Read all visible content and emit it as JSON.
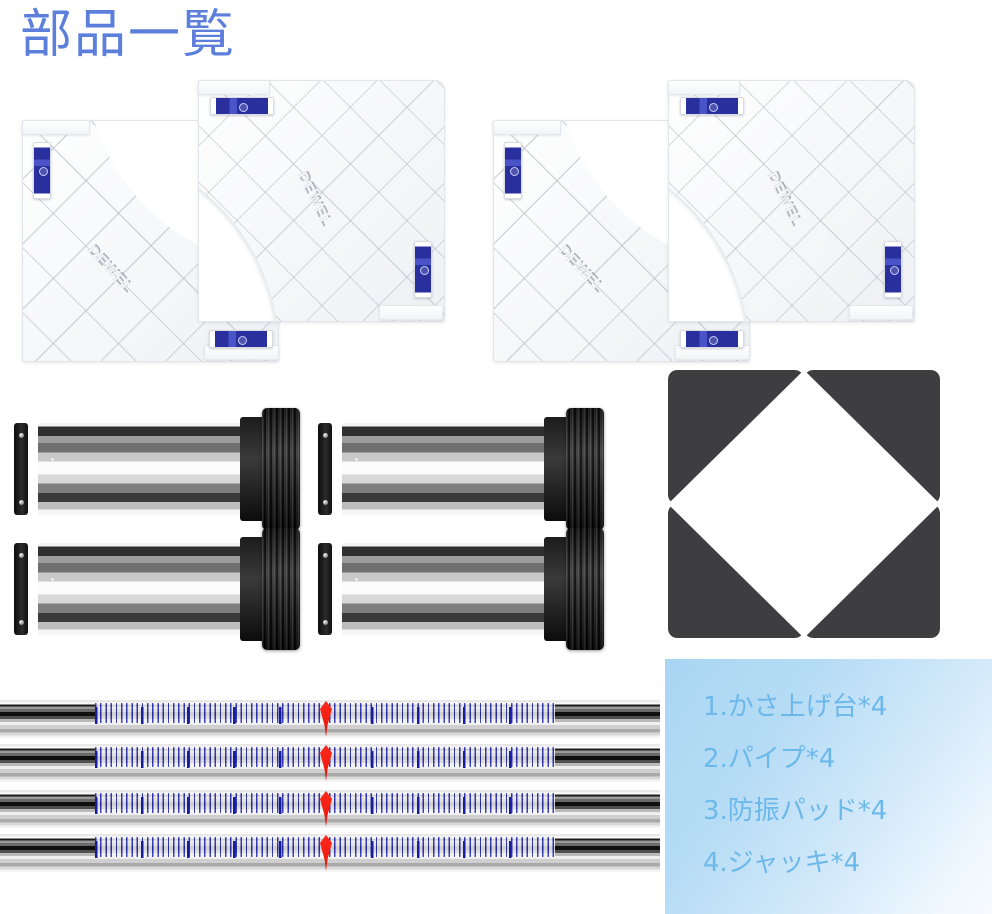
{
  "page": {
    "title": "部品一覧",
    "title_color": "#5b7fdb",
    "background": "#ffffff"
  },
  "brand": {
    "embossed_text": "DEWEL"
  },
  "colors": {
    "accent_blue": "#5b7fdb",
    "legend_text": "#6cb8ea",
    "legend_bg_start": "#a9d6f3",
    "legend_bg_end": "#f7fbff",
    "label_strip_blue": "#2a2f9e",
    "pad_gray": "#3e3e40",
    "pipe_scale_blue": "#161ca0",
    "pipe_marker_red": "#ff2a1c",
    "jack_black": "#111111"
  },
  "parts": {
    "risers": {
      "name": "かさ上げ台",
      "count": 4,
      "items": [
        {
          "label": "riser-1",
          "orientation": "bottom-left-corner"
        },
        {
          "label": "riser-2",
          "orientation": "top-left-corner"
        },
        {
          "label": "riser-3",
          "orientation": "bottom-left-corner"
        },
        {
          "label": "riser-4",
          "orientation": "top-left-corner"
        }
      ]
    },
    "jacks": {
      "name": "ジャッキ",
      "count": 4,
      "items": [
        {
          "label": "jack-1"
        },
        {
          "label": "jack-2"
        },
        {
          "label": "jack-3"
        },
        {
          "label": "jack-4"
        }
      ]
    },
    "pads": {
      "name": "防振パッド",
      "count": 4,
      "items": [
        {
          "label": "pad-top-left"
        },
        {
          "label": "pad-top-right"
        },
        {
          "label": "pad-bottom-left"
        },
        {
          "label": "pad-bottom-right"
        }
      ]
    },
    "pipes": {
      "name": "パイプ",
      "count": 4,
      "items": [
        {
          "label": "pipe-1"
        },
        {
          "label": "pipe-2"
        },
        {
          "label": "pipe-3"
        },
        {
          "label": "pipe-4"
        }
      ]
    }
  },
  "legend": {
    "items": [
      {
        "text": "1.かさ上げ台*4"
      },
      {
        "text": "2.パイプ*4"
      },
      {
        "text": "3.防振パッド*4"
      },
      {
        "text": "4.ジャッキ*4"
      }
    ]
  }
}
